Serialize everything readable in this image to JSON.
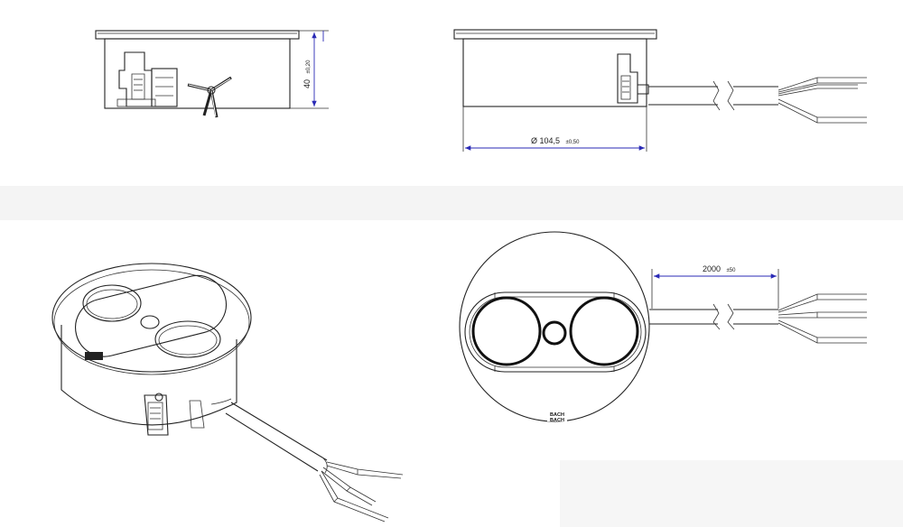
{
  "drawing": {
    "height_dimension": {
      "value": "40",
      "tolerance": "±0,20"
    },
    "diameter_dimension": {
      "value": "Ø 104,5",
      "tolerance": "±0,50"
    },
    "cable_length_dimension": {
      "value": "2000",
      "tolerance": "±50"
    },
    "logo_text": "BACH"
  }
}
